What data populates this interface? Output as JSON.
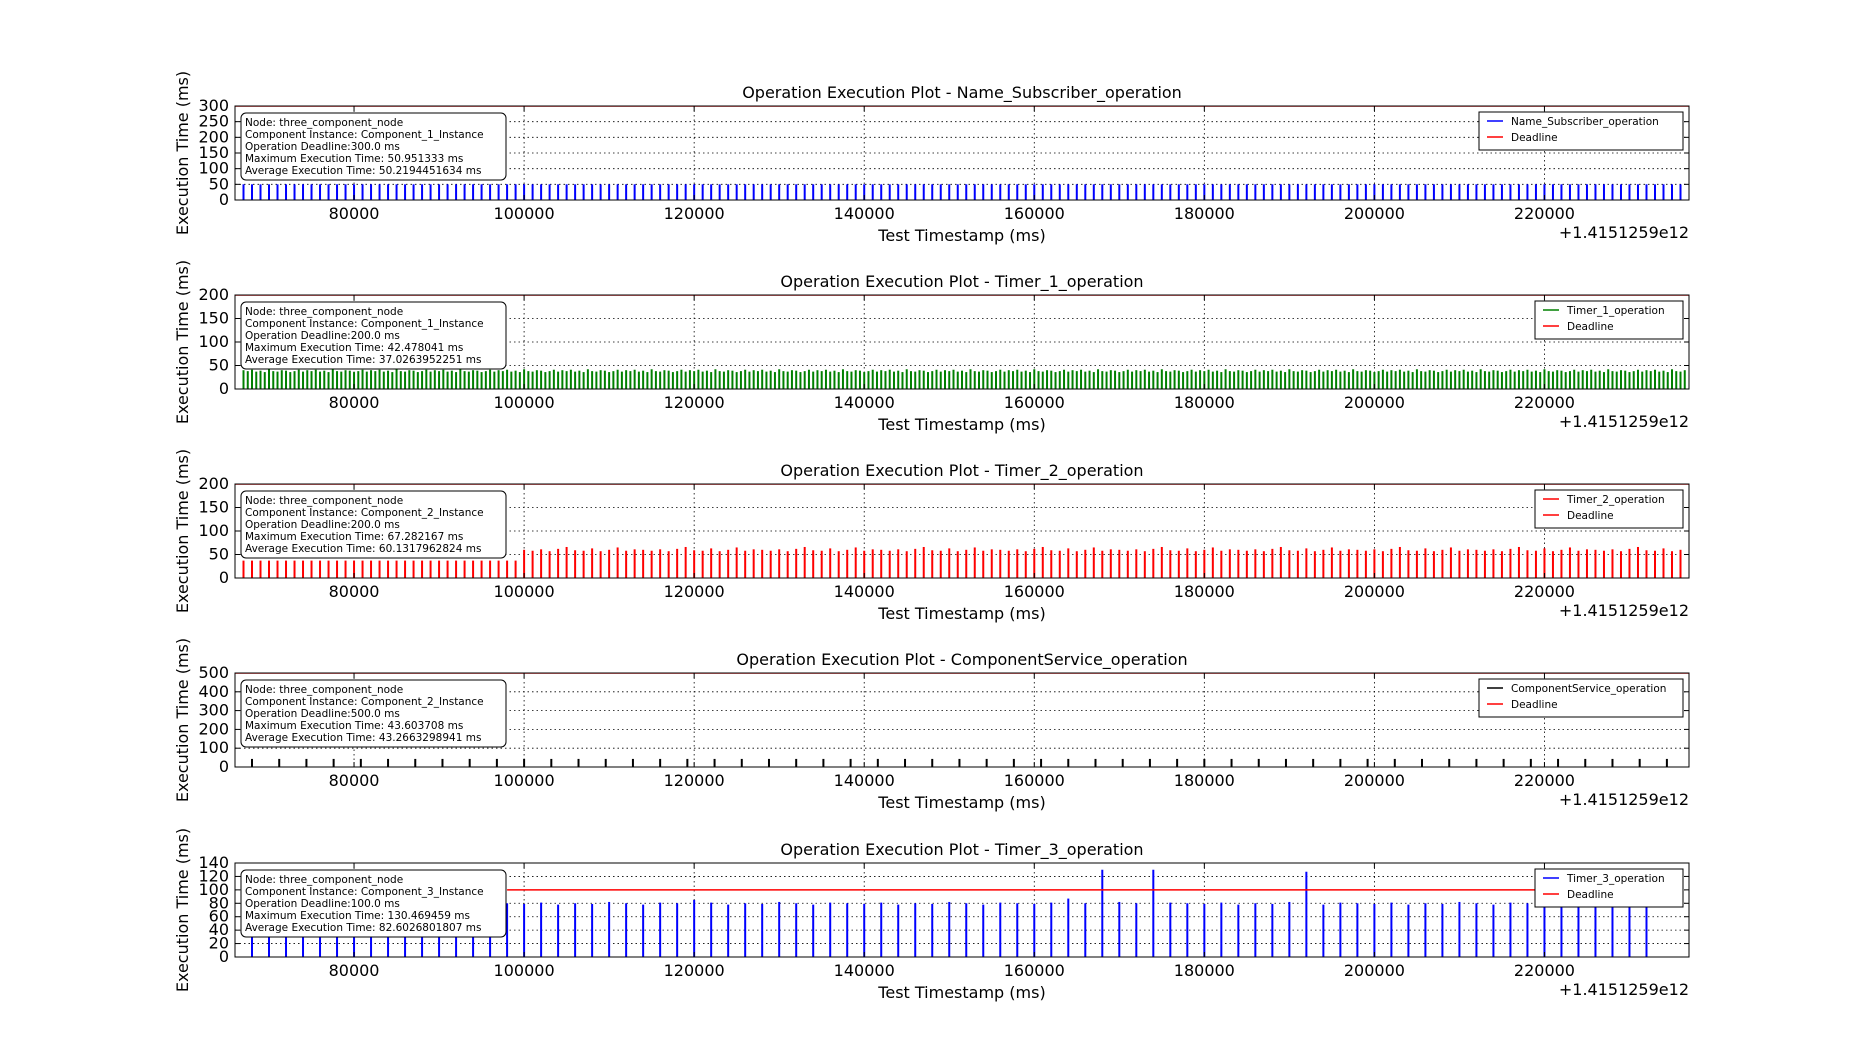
{
  "chart_data": [
    {
      "type": "bar",
      "title": "Operation Execution Plot - Name_Subscriber_operation",
      "xlabel": "Test Timestamp (ms)",
      "ylabel": "Execution Time (ms)",
      "x_offset_label": "+1.4151259e12",
      "xlim": [
        66000,
        237000
      ],
      "ylim": [
        0,
        300
      ],
      "yticks": [
        0,
        50,
        100,
        150,
        200,
        250,
        300
      ],
      "xticks": [
        80000,
        100000,
        120000,
        140000,
        160000,
        180000,
        200000,
        220000
      ],
      "grid": true,
      "legend_position": "top-right",
      "series": [
        {
          "name": "Name_Subscriber_operation",
          "color": "#0000ff",
          "kind": "spikes",
          "x_start": 67000,
          "x_step": 1000,
          "x_end": 236500,
          "values": [
            50
          ]
        },
        {
          "name": "Deadline",
          "color": "#ff0000",
          "kind": "hline",
          "value": 300
        }
      ],
      "info": {
        "node": "Node: three_component_node",
        "instance": "Component Instance: Component_1_Instance",
        "deadline": "Operation Deadline:300.0 ms",
        "max": "Maximum Execution Time: 50.951333 ms",
        "avg": "Average Execution Time: 50.2194451634 ms"
      }
    },
    {
      "type": "bar",
      "title": "Operation Execution Plot - Timer_1_operation",
      "xlabel": "Test Timestamp (ms)",
      "ylabel": "Execution Time (ms)",
      "x_offset_label": "+1.4151259e12",
      "xlim": [
        66000,
        237000
      ],
      "ylim": [
        0,
        200
      ],
      "yticks": [
        0,
        50,
        100,
        150,
        200
      ],
      "xticks": [
        80000,
        100000,
        120000,
        140000,
        160000,
        180000,
        200000,
        220000
      ],
      "grid": true,
      "legend_position": "top-right",
      "series": [
        {
          "name": "Timer_1_operation",
          "color": "#008000",
          "kind": "spikes",
          "x_start": 67000,
          "x_step": 500,
          "x_end": 236700,
          "values": [
            40,
            38,
            41,
            37,
            39,
            36,
            42,
            38,
            37,
            40,
            39,
            36,
            38,
            41,
            37
          ]
        },
        {
          "name": "Deadline",
          "color": "#ff0000",
          "kind": "hline",
          "value": 200
        }
      ],
      "info": {
        "node": "Node: three_component_node",
        "instance": "Component Instance: Component_1_Instance",
        "deadline": "Operation Deadline:200.0 ms",
        "max": "Maximum Execution Time: 42.478041 ms",
        "avg": "Average Execution Time: 37.0263952251 ms"
      }
    },
    {
      "type": "bar",
      "title": "Operation Execution Plot - Timer_2_operation",
      "xlabel": "Test Timestamp (ms)",
      "ylabel": "Execution Time (ms)",
      "x_offset_label": "+1.4151259e12",
      "xlim": [
        66000,
        237000
      ],
      "ylim": [
        0,
        200
      ],
      "yticks": [
        0,
        50,
        100,
        150,
        200
      ],
      "xticks": [
        80000,
        100000,
        120000,
        140000,
        160000,
        180000,
        200000,
        220000
      ],
      "grid": true,
      "legend_position": "top-right",
      "series": [
        {
          "name": "Timer_2_operation",
          "color": "#ff0000",
          "kind": "spikes",
          "x_start": 67000,
          "x_step": 1000,
          "x_end": 236000,
          "pre_x": 99500,
          "pre_values": [
            37
          ],
          "values": [
            60,
            58,
            61,
            57,
            62,
            66,
            59,
            58,
            63,
            57,
            60,
            65,
            58,
            61
          ]
        },
        {
          "name": "Deadline",
          "color": "#ff0000",
          "kind": "hline",
          "value": 200
        }
      ],
      "info": {
        "node": "Node: three_component_node",
        "instance": "Component Instance: Component_2_Instance",
        "deadline": "Operation Deadline:200.0 ms",
        "max": "Maximum Execution Time: 67.282167 ms",
        "avg": "Average Execution Time: 60.1317962824 ms"
      }
    },
    {
      "type": "bar",
      "title": "Operation Execution Plot - ComponentService_operation",
      "xlabel": "Test Timestamp (ms)",
      "ylabel": "Execution Time (ms)",
      "x_offset_label": "+1.4151259e12",
      "xlim": [
        66000,
        237000
      ],
      "ylim": [
        0,
        500
      ],
      "yticks": [
        0,
        100,
        200,
        300,
        400,
        500
      ],
      "xticks": [
        80000,
        100000,
        120000,
        140000,
        160000,
        180000,
        200000,
        220000
      ],
      "grid": true,
      "legend_position": "top-right",
      "series": [
        {
          "name": "ComponentService_operation",
          "color": "#000000",
          "kind": "spikes",
          "x_start": 68000,
          "x_step": 3200,
          "x_end": 236000,
          "values": [
            43
          ]
        },
        {
          "name": "Deadline",
          "color": "#ff0000",
          "kind": "hline",
          "value": 500
        }
      ],
      "info": {
        "node": "Node: three_component_node",
        "instance": "Component Instance: Component_2_Instance",
        "deadline": "Operation Deadline:500.0 ms",
        "max": "Maximum Execution Time: 43.603708 ms",
        "avg": "Average Execution Time: 43.2663298941 ms"
      }
    },
    {
      "type": "bar",
      "title": "Operation Execution Plot - Timer_3_operation",
      "xlabel": "Test Timestamp (ms)",
      "ylabel": "Execution Time (ms)",
      "x_offset_label": "+1.4151259e12",
      "xlim": [
        66000,
        237000
      ],
      "ylim": [
        0,
        140
      ],
      "yticks": [
        0,
        20,
        40,
        60,
        80,
        100,
        120,
        140
      ],
      "xticks": [
        80000,
        100000,
        120000,
        140000,
        160000,
        180000,
        200000,
        220000
      ],
      "grid": true,
      "legend_position": "top-right",
      "series": [
        {
          "name": "Timer_3_operation",
          "color": "#0000ff",
          "kind": "spikes",
          "x_start": 68000,
          "x_step": 2000,
          "x_end": 232000,
          "pre_x": 98000,
          "pre_values": [
            30
          ],
          "values": [
            80,
            79,
            81,
            78,
            80,
            79,
            82,
            80,
            78,
            81
          ],
          "peaks": [
            [
              120000,
              85
            ],
            [
              164000,
              87
            ],
            [
              168000,
              130
            ],
            [
              174000,
              130
            ],
            [
              192000,
              127
            ]
          ]
        },
        {
          "name": "Deadline",
          "color": "#ff0000",
          "kind": "hline",
          "value": 100,
          "x_from": 98000,
          "x_to": 232000
        }
      ],
      "info": {
        "node": "Node: three_component_node",
        "instance": "Component Instance: Component_3_Instance",
        "deadline": "Operation Deadline:100.0 ms",
        "max": "Maximum Execution Time: 130.469459 ms",
        "avg": "Average Execution Time: 82.6026801807 ms"
      }
    }
  ]
}
